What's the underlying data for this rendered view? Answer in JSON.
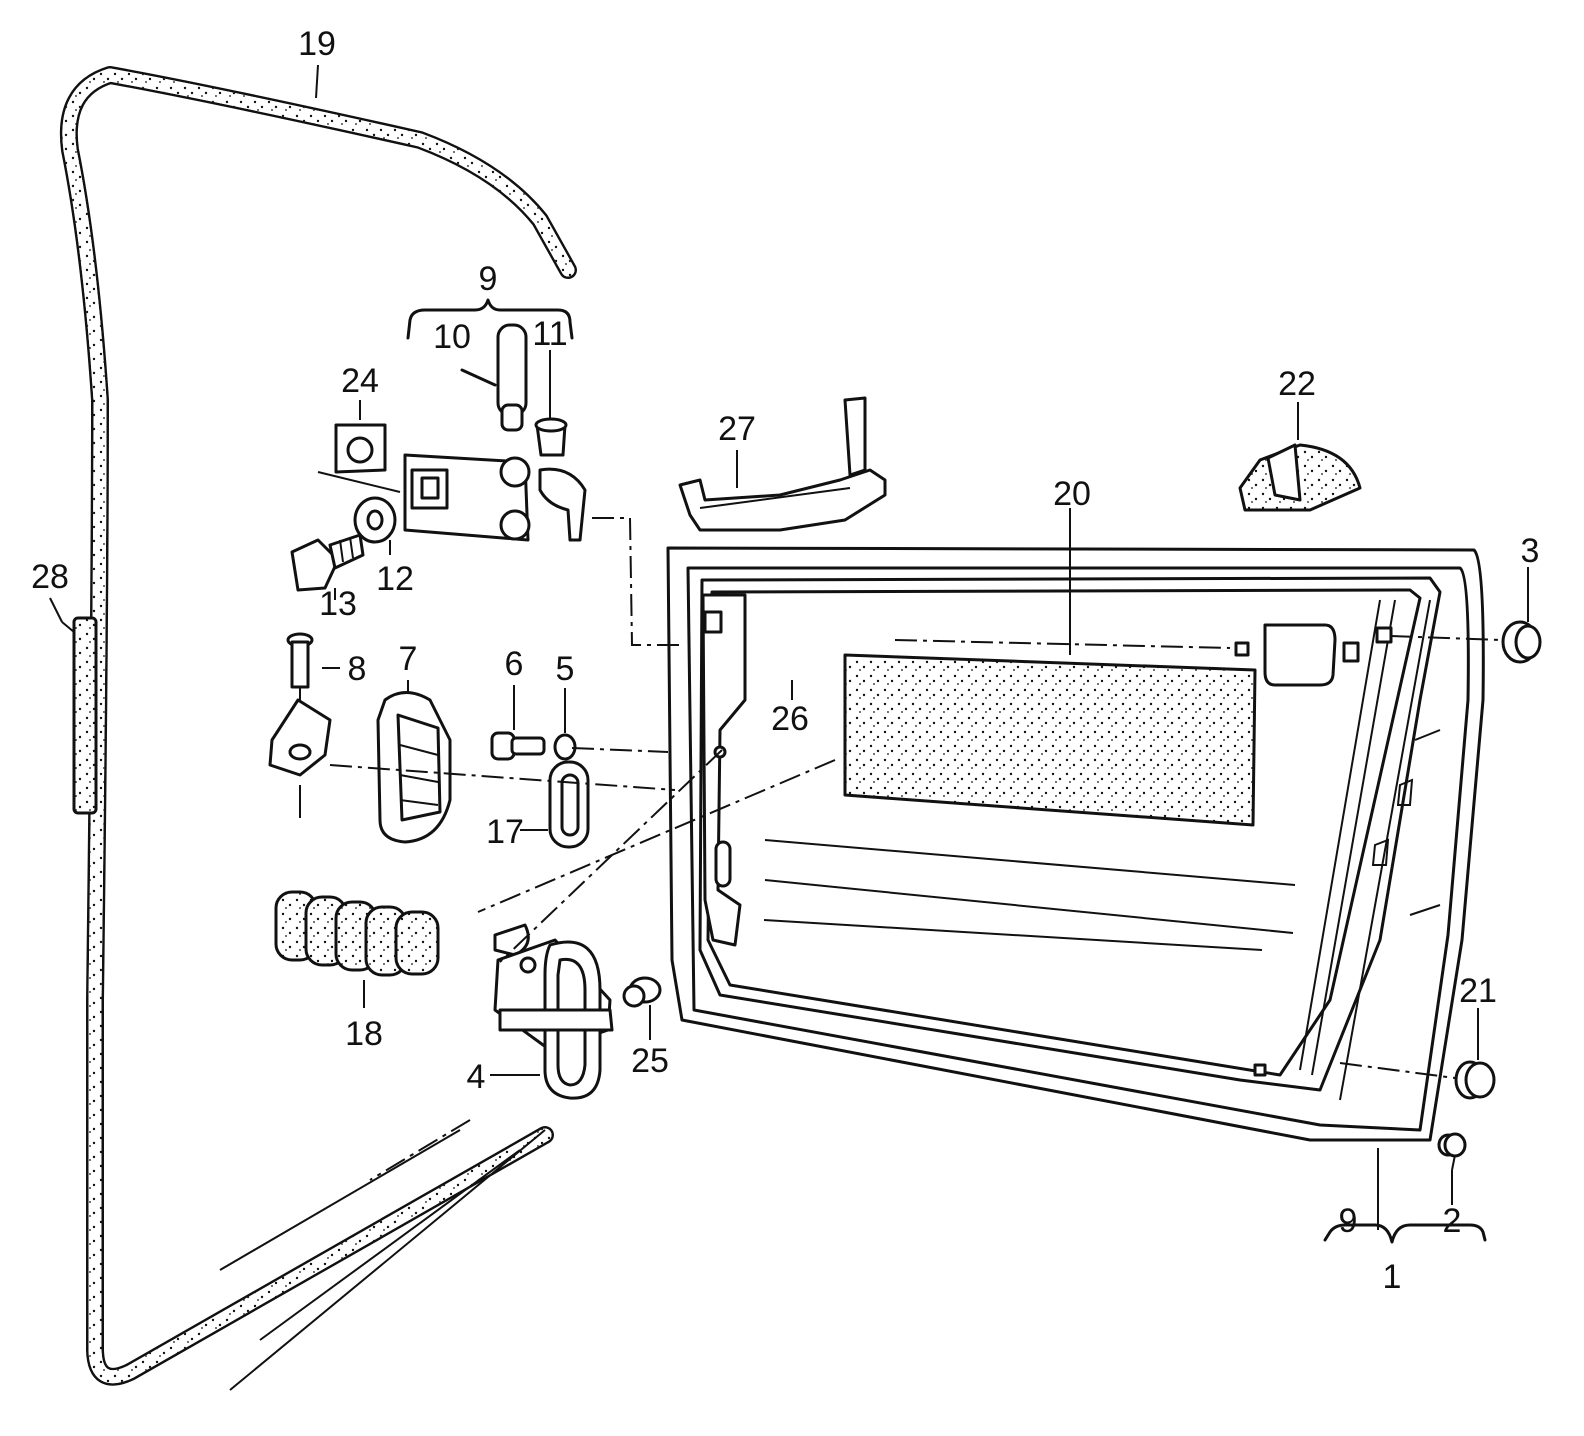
{
  "diagram": {
    "colors": {
      "ink": "#111111",
      "paper": "#ffffff"
    },
    "part_numbers": {
      "p1": "1",
      "p2": "2",
      "p3": "3",
      "p4": "4",
      "p5": "5",
      "p6": "6",
      "p7": "7",
      "p8": "8",
      "p9_top": "9",
      "p9_bottom": "9",
      "p10": "10",
      "p11": "11",
      "p12": "12",
      "p13": "13",
      "p17": "17",
      "p18": "18",
      "p19": "19",
      "p20": "20",
      "p21": "21",
      "p22": "22",
      "p24": "24",
      "p25": "25",
      "p26": "26",
      "p27": "27",
      "p28": "28"
    }
  }
}
